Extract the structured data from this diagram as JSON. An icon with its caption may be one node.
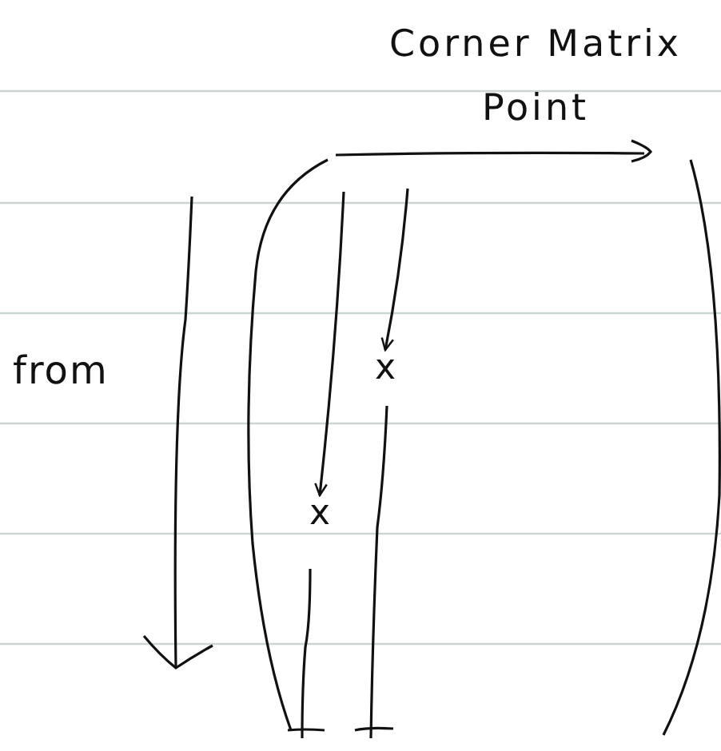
{
  "diagram": {
    "title": "Corner Matrix Point",
    "nodes": [
      {
        "text": [
          "x"
        ]
      },
      {
        "text": [
          "x"
        ]
      }
    ],
    "edges": [
      {
        "from": null,
        "to": 0,
        "arrow": "to"
      },
      {
        "from": null,
        "to": 1,
        "arrow": "to"
      }
    ],
    "labels": [
      "from"
    ]
  }
}
